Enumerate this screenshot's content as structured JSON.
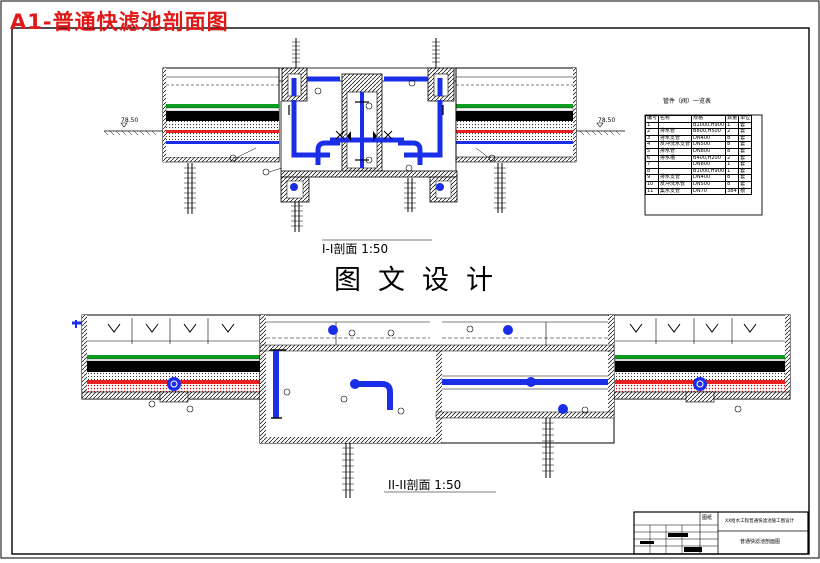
{
  "title": "A1-普通快滤池剖面图",
  "watermark": "图文设计",
  "section1_caption": "I-I剖面  1:50",
  "section2_caption": "II-II剖面  1:50",
  "elevation_left": "78.50",
  "elevation_right": "78.50",
  "table": {
    "title": "管件（阀）一览表",
    "headers": [
      "编号",
      "名称",
      "规格",
      "数量",
      "单位"
    ],
    "rows": [
      [
        "1",
        "",
        "B1000,H900",
        "1",
        "套"
      ],
      [
        "2",
        "排水管",
        "B800,H500",
        "2",
        "套"
      ],
      [
        "3",
        "排水支管",
        "DN400",
        "8",
        "套"
      ],
      [
        "4",
        "反冲洗水支管",
        "DN500",
        "8",
        "套"
      ],
      [
        "5",
        "排水管",
        "DN800",
        "8",
        "套"
      ],
      [
        "6",
        "排水槽",
        "B400,H200",
        "2",
        "套"
      ],
      [
        "7",
        "",
        "DN800",
        "1",
        "套"
      ],
      [
        "8",
        "",
        "B1000,H900",
        "1",
        "套"
      ],
      [
        "9",
        "排水支管",
        "DN400",
        "8",
        "套"
      ],
      [
        "10",
        "反冲洗水管",
        "DN500",
        "8",
        "套"
      ],
      [
        "11",
        "集水支管",
        "DN70",
        "384",
        "根"
      ]
    ]
  },
  "title_block": {
    "project": "XX给水工程普通快滤池施工图设计",
    "drawing": "普通快滤池剖面图",
    "label": "图纸"
  },
  "colors": {
    "title": "#e01818",
    "pipe": "#1a2ee8",
    "media_green": "#0c9c20",
    "media_red": "#e82020",
    "media_black": "#000000"
  }
}
